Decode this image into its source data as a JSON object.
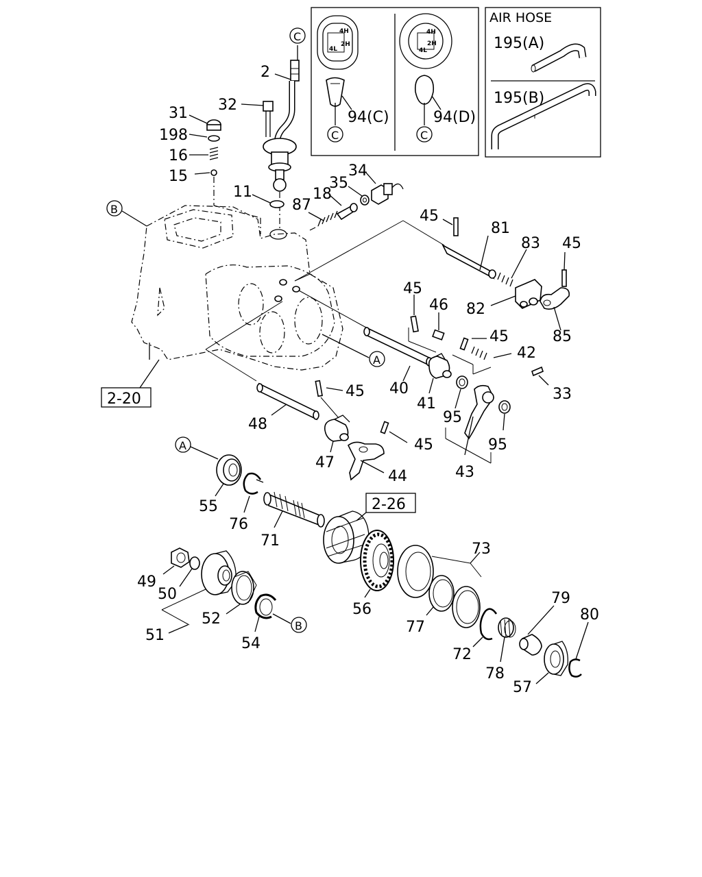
{
  "inset_shifter": {
    "pattern_labels": [
      "4H",
      "2H",
      "4L"
    ],
    "knob_c_label": "94(C)",
    "knob_d_label": "94(D)",
    "ref_c": "C"
  },
  "inset_air_hose": {
    "title": "AIR HOSE",
    "hose_a_label": "195(A)",
    "hose_b_label": "195(B)"
  },
  "ref_boxes": {
    "box_2_20": "2-20",
    "box_2_26": "2-26"
  },
  "circled_refs": {
    "a": "A",
    "b": "B",
    "c": "C"
  },
  "part_labels": {
    "p2": "2",
    "p31": "31",
    "p32": "32",
    "p198": "198",
    "p16": "16",
    "p15": "15",
    "p11": "11",
    "p87": "87",
    "p18": "18",
    "p35": "35",
    "p34": "34",
    "p45": "45",
    "p81": "81",
    "p83": "83",
    "p82": "82",
    "p85": "85",
    "p46": "46",
    "p42": "42",
    "p40": "40",
    "p41": "41",
    "p33": "33",
    "p95": "95",
    "p43": "43",
    "p48": "48",
    "p47": "47",
    "p44": "44",
    "p55": "55",
    "p76": "76",
    "p71": "71",
    "p73": "73",
    "p49": "49",
    "p50": "50",
    "p52": "52",
    "p51": "51",
    "p54": "54",
    "p56": "56",
    "p77": "77",
    "p72": "72",
    "p79": "79",
    "p80": "80",
    "p78": "78",
    "p57": "57"
  }
}
